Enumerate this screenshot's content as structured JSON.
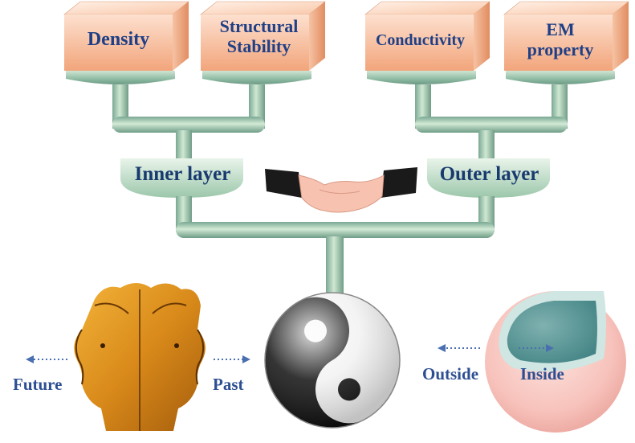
{
  "boxes": [
    {
      "id": "density",
      "label": "Density"
    },
    {
      "id": "structural",
      "label_line1": "Structural",
      "label_line2": "Stability"
    },
    {
      "id": "conductivity",
      "label": "Conductivity"
    },
    {
      "id": "em",
      "label_line1": "EM",
      "label_line2": "property"
    }
  ],
  "layers": {
    "inner": "Inner layer",
    "outer": "Outer layer"
  },
  "bottom_labels": {
    "future": "Future",
    "past": "Past",
    "outside": "Outside",
    "inside": "Inside"
  },
  "colors": {
    "box_front": "#f6b894",
    "box_top": "#fbd9c4",
    "box_side": "#e89b73",
    "pipe": "#9fc8a9",
    "pipe_dark": "#6f9c86",
    "text": "#1f3f86",
    "arrow": "#4a6fb0"
  }
}
